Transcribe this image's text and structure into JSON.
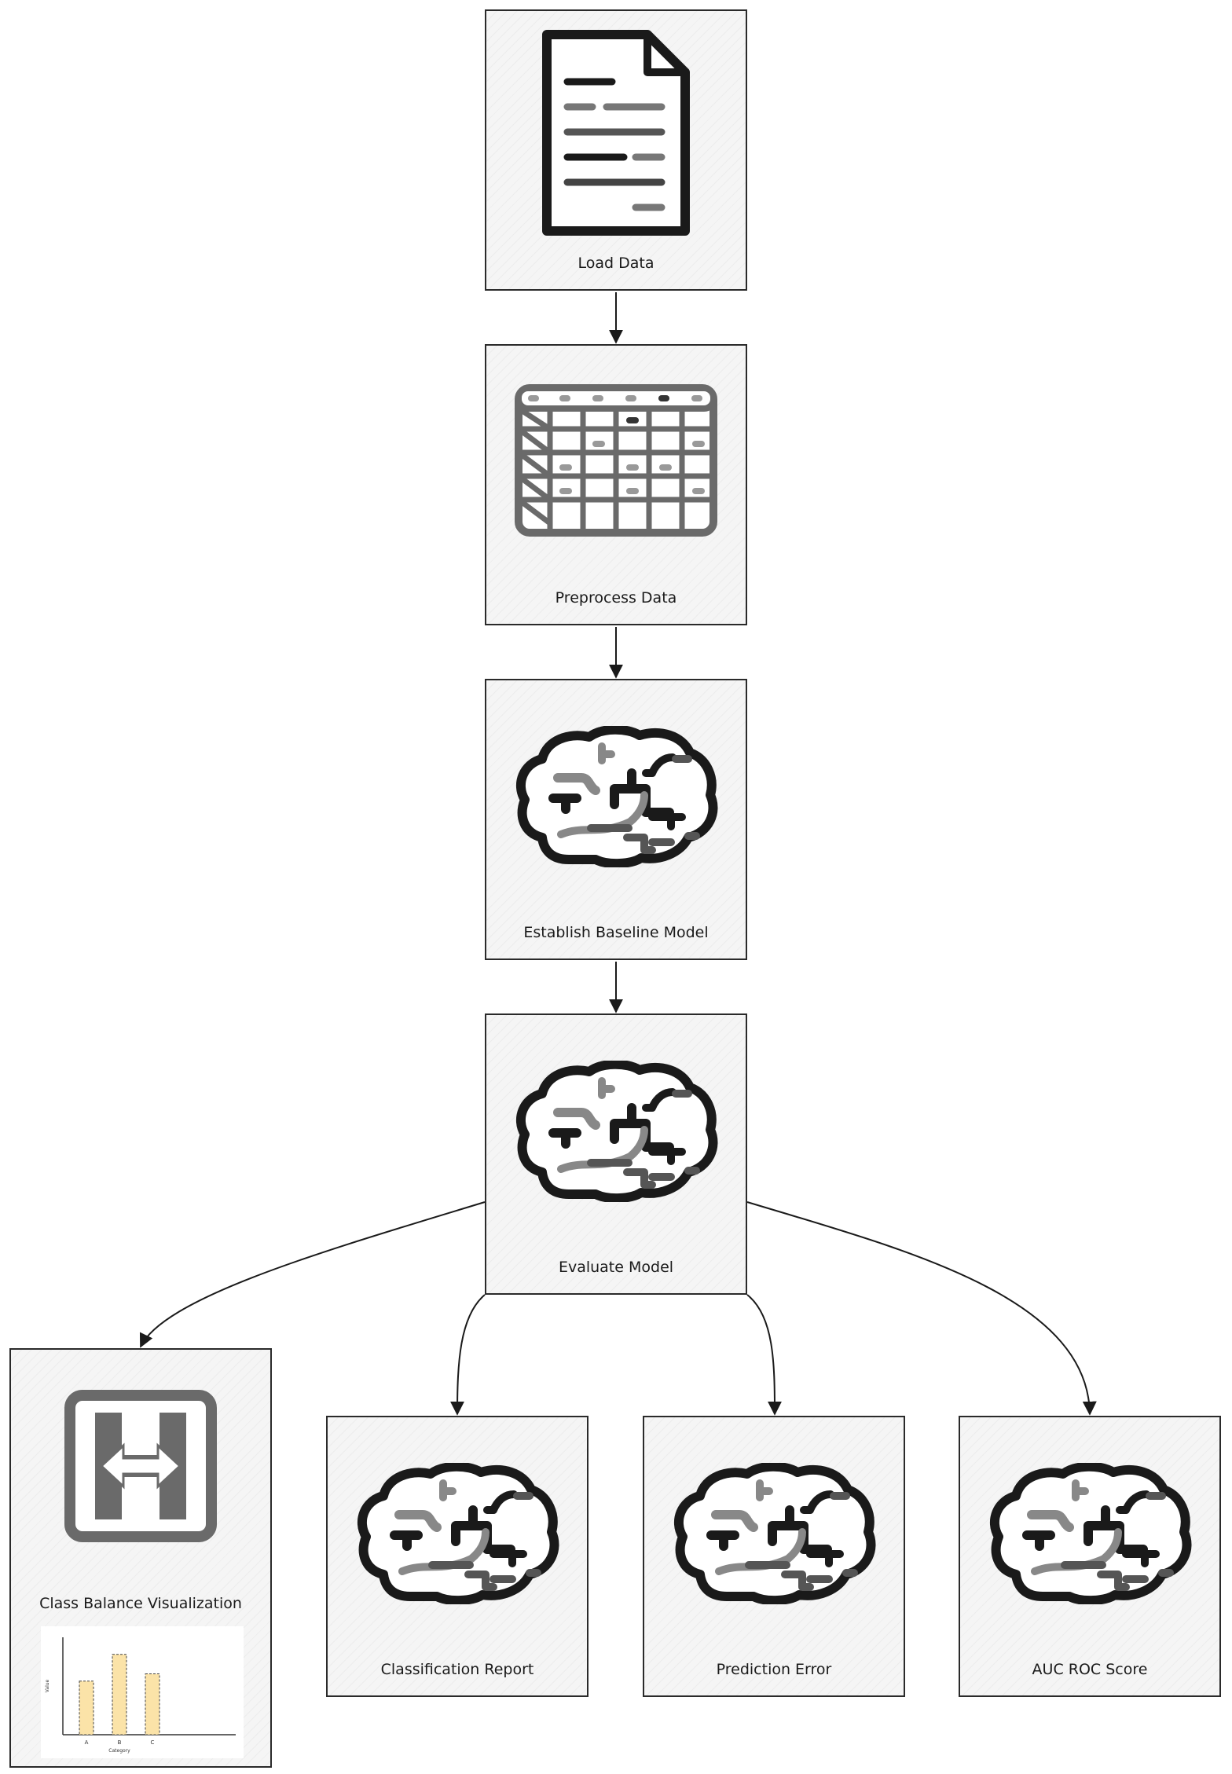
{
  "diagram": {
    "nodes": [
      {
        "id": "n-load",
        "label": "Load Data",
        "icon": "document-icon"
      },
      {
        "id": "n-pre",
        "label": "Preprocess Data",
        "icon": "table-icon"
      },
      {
        "id": "n-base",
        "label": "Establish Baseline Model",
        "icon": "brain-icon"
      },
      {
        "id": "n-eval",
        "label": "Evaluate Model",
        "icon": "brain-icon"
      },
      {
        "id": "n-cbv",
        "label": "Class Balance Visualization",
        "icon": "class-balance-icon"
      },
      {
        "id": "n-cr",
        "label": "Classification Report",
        "icon": "brain-icon"
      },
      {
        "id": "n-pe",
        "label": "Prediction Error",
        "icon": "brain-icon"
      },
      {
        "id": "n-auc",
        "label": "AUC ROC Score",
        "icon": "brain-icon"
      }
    ],
    "edges": [
      {
        "from": "n-load",
        "to": "n-pre"
      },
      {
        "from": "n-pre",
        "to": "n-base"
      },
      {
        "from": "n-base",
        "to": "n-eval"
      },
      {
        "from": "n-eval",
        "to": "n-cbv"
      },
      {
        "from": "n-eval",
        "to": "n-cr"
      },
      {
        "from": "n-eval",
        "to": "n-pe"
      },
      {
        "from": "n-eval",
        "to": "n-auc"
      }
    ]
  },
  "chart_data": {
    "type": "bar",
    "categories": [
      "A",
      "B",
      "C"
    ],
    "values": [
      22,
      33,
      25
    ],
    "title": "",
    "xlabel": "Category",
    "ylabel": "Value",
    "ylim": [
      0,
      40
    ],
    "grid": false,
    "bar_color": "#fbe3a8"
  },
  "colors": {
    "stroke": "#1a1a1a",
    "mid_gray": "#777777",
    "node_bg": "#f5f5f5"
  }
}
